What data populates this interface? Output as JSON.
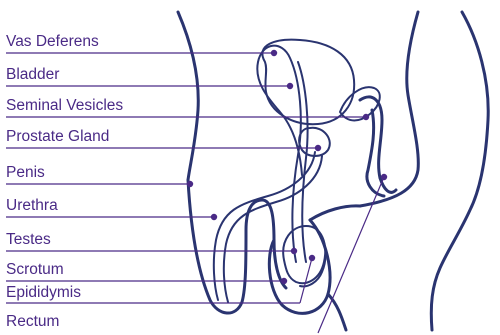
{
  "diagram": {
    "label_color": "#4a2a86",
    "leader_color": "#4a2a86",
    "anatomy_stroke": "#2a3470",
    "labels": [
      {
        "id": "vas-deferens",
        "text": "Vas Deferens"
      },
      {
        "id": "bladder",
        "text": "Bladder"
      },
      {
        "id": "seminal-vesicles",
        "text": "Seminal Vesicles"
      },
      {
        "id": "prostate-gland",
        "text": "Prostate Gland"
      },
      {
        "id": "penis",
        "text": "Penis"
      },
      {
        "id": "urethra",
        "text": "Urethra"
      },
      {
        "id": "testes",
        "text": "Testes"
      },
      {
        "id": "scrotum",
        "text": "Scrotum"
      },
      {
        "id": "epididymis",
        "text": "Epididymis"
      },
      {
        "id": "rectum",
        "text": "Rectum"
      }
    ]
  }
}
